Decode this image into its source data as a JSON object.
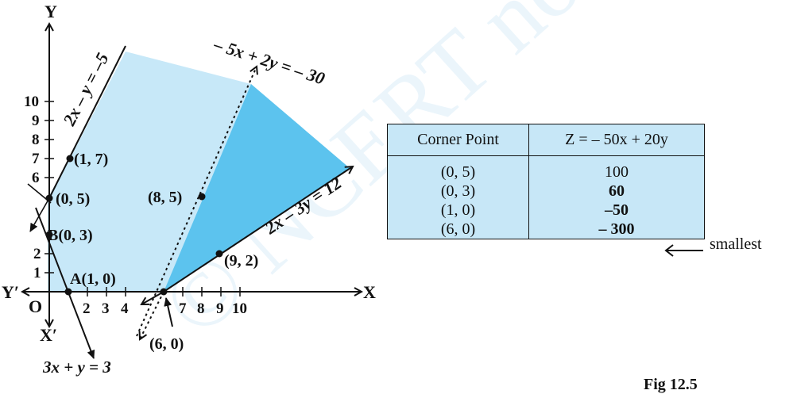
{
  "axes": {
    "y": "Y",
    "x": "X",
    "y_neg": "Y′",
    "x_neg": "X′",
    "origin": "O"
  },
  "x_ticks": [
    "2",
    "3",
    "4",
    "7",
    "8",
    "9",
    "10"
  ],
  "y_ticks": [
    "10",
    "9",
    "8",
    "7",
    "6",
    "2",
    "1"
  ],
  "lines": {
    "line1": "2x – y = –5",
    "line2": "– 5x + 2y = – 30",
    "line3": "2x – 3y = 12",
    "line4": "3x + y = 3"
  },
  "points": {
    "p17": "(1, 7)",
    "p05": "(0, 5)",
    "p03": "B(0, 3)",
    "p10": "A(1, 0)",
    "p85": "(8, 5)",
    "p92": "(9, 2)",
    "p60": "(6, 0)"
  },
  "table": {
    "header": [
      "Corner Point",
      "Z = – 50x + 20y"
    ],
    "rows": [
      {
        "point": "(0, 5)",
        "z": "100"
      },
      {
        "point": "(0, 3)",
        "z": "60"
      },
      {
        "point": "(1, 0)",
        "z": "–50"
      },
      {
        "point": "(6, 0)",
        "z": "– 300"
      }
    ],
    "smallest_label": "smallest"
  },
  "caption": "Fig 12.5",
  "watermark": "© NCERT not to be republished",
  "colors": {
    "light_region": "#c7e8f8",
    "dark_region": "#5cc3ee",
    "table_bg": "#c7e7f7"
  }
}
